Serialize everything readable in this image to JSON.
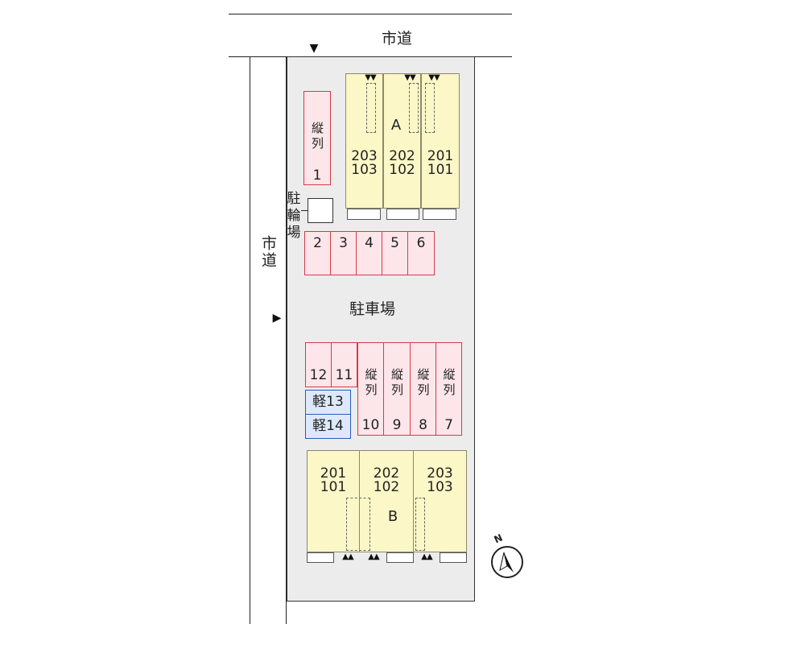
{
  "roads": {
    "north": "市道",
    "west": "市道"
  },
  "lot_label": "駐車場",
  "bike_parking": "駐輪場",
  "building_a": {
    "name": "A",
    "units": [
      {
        "upper": "203",
        "lower": "103"
      },
      {
        "upper": "202",
        "lower": "102"
      },
      {
        "upper": "201",
        "lower": "101"
      }
    ]
  },
  "building_b": {
    "name": "B",
    "units": [
      {
        "upper": "201",
        "lower": "101"
      },
      {
        "upper": "202",
        "lower": "102"
      },
      {
        "upper": "203",
        "lower": "103"
      }
    ]
  },
  "parking": {
    "tandem_label": "縦列",
    "space_1": "1",
    "row_2_6": [
      "2",
      "3",
      "4",
      "5",
      "6"
    ],
    "row_12_11": [
      "12",
      "11"
    ],
    "tandem_row": [
      "10",
      "9",
      "8",
      "7"
    ],
    "kei_label": "軽",
    "kei_spaces": [
      "13",
      "14"
    ]
  },
  "compass": {
    "label": "N"
  },
  "entrance_arrow_top": "▼",
  "entrance_arrow_left": "▶",
  "door_arrows_down": "▼▼",
  "door_arrows_up": "▲▲"
}
